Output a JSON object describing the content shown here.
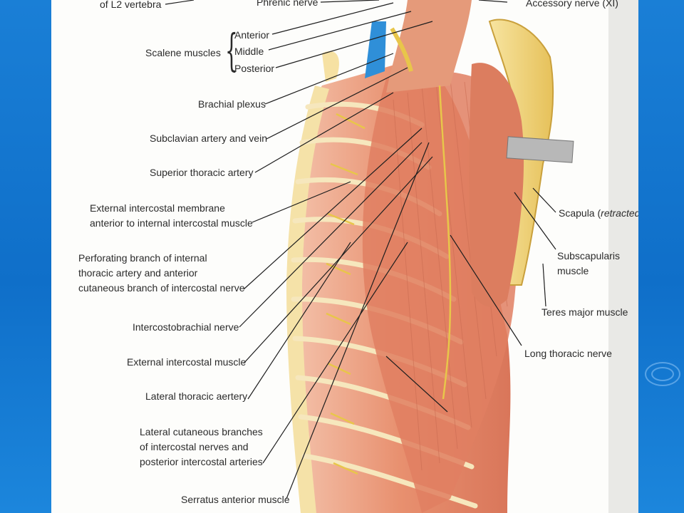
{
  "labels": {
    "l2_vertebra": "of L2 vertebra",
    "phrenic_nerve": "Phrenic nerve",
    "accessory_nerve": "Accessory nerve (XI)",
    "scalene_muscles": "Scalene muscles",
    "scalene_anterior": "Anterior",
    "scalene_middle": "Middle",
    "scalene_posterior": "Posterior",
    "brachial_plexus": "Brachial plexus",
    "subclavian": "Subclavian artery and vein",
    "superior_thoracic": "Superior thoracic artery",
    "ext_membrane_1": "External intercostal membrane",
    "ext_membrane_2": "anterior to internal intercostal muscle",
    "perforating_1": "Perforating branch of internal",
    "perforating_2": "thoracic artery and anterior",
    "perforating_3": "cutaneous branch of intercostal nerve",
    "intercostobrachial": "Intercostobrachial nerve",
    "ext_intercostal_muscle": "External intercostal muscle",
    "lateral_thoracic": "Lateral thoracic aertery",
    "lat_cutaneous_1": "Lateral cutaneous branches",
    "lat_cutaneous_2": "of intercostal nerves and",
    "lat_cutaneous_3": "posterior intercostal arteries",
    "serratus": "Serratus anterior muscle",
    "scapula": "Scapula (",
    "scapula_retracted": "retracted",
    "scapula_close": ")",
    "subscapularis_1": "Subscapularis",
    "subscapularis_2": "muscle",
    "teres_major": "Teres major muscle",
    "long_thoracic": "Long thoracic nerve"
  },
  "colors": {
    "background_blue": "#1a7fd6",
    "muscle": "#e58a6c",
    "rib": "#f3dfa6",
    "nerve": "#e8c64a",
    "vein": "#2f8fd8",
    "leader": "#1e1e1e"
  }
}
